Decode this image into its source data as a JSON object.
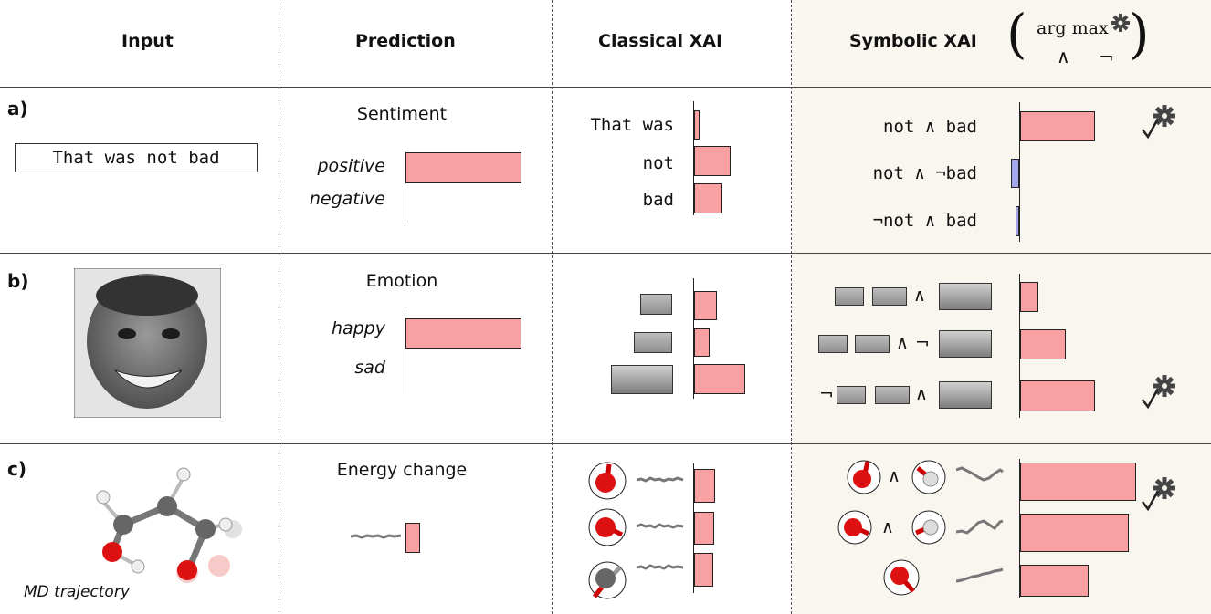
{
  "headers": {
    "input": "Input",
    "prediction": "Prediction",
    "classical": "Classical XAI",
    "symbolic": "Symbolic XAI",
    "argmax": "arg max",
    "and_sym": "∧",
    "not_sym": "¬"
  },
  "rows": {
    "a": {
      "label": "a)",
      "input_text": "That was not bad",
      "pred_title": "Sentiment",
      "classes": [
        "positive",
        "negative"
      ],
      "classical_terms": [
        "That was",
        "not",
        "bad"
      ],
      "symbolic_terms": [
        "not ∧ bad",
        "not ∧ ¬bad",
        "¬not ∧ bad"
      ]
    },
    "b": {
      "label": "b)",
      "pred_title": "Emotion",
      "classes": [
        "happy",
        "sad"
      ]
    },
    "c": {
      "label": "c)",
      "pred_title": "Energy change",
      "input_caption": "MD trajectory"
    }
  },
  "ops": {
    "and": "∧",
    "not": "¬"
  },
  "colors": {
    "positive_bar": "#f9a0a3",
    "negative_bar": "#a3a7ef",
    "symbolic_bg": "#f8f6ee"
  },
  "icons": {
    "selected": "gear-check-icon"
  }
}
